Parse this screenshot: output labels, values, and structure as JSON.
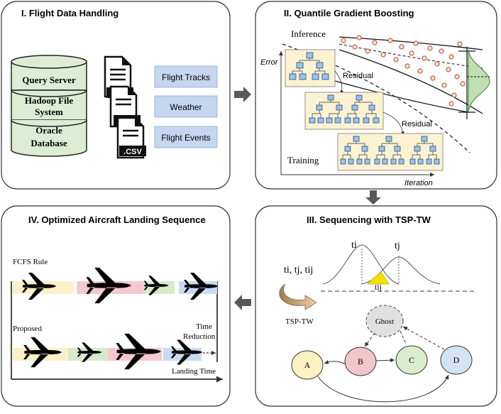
{
  "panels": {
    "p1": {
      "title": "I.   Flight Data Handling",
      "db_layers": [
        "Query Server",
        "Hadoop File",
        "System",
        "Oracle",
        "Database"
      ],
      "file_ext": ".CSV",
      "data_labels": [
        "Flight Tracks",
        "Weather",
        "Flight Events"
      ]
    },
    "p2": {
      "title": "II. Quantile Gradient Boosting",
      "inference": "Inference",
      "error": "Error",
      "training": "Training",
      "iteration": "Iteration",
      "residual": "Residual"
    },
    "p3": {
      "title": "III. Sequencing with TSP-TW",
      "ti": "ti",
      "tj": "tj",
      "tij_small": "tij",
      "times": "ti, tj, tij",
      "tsptw": "TSP-TW",
      "ghost": "Ghost",
      "nodes": [
        "A",
        "B",
        "C",
        "D"
      ]
    },
    "p4": {
      "title": "IV. Optimized Aircraft Landing Sequence",
      "fcfs": "FCFS Rule",
      "proposed": "Proposed",
      "time": "Time",
      "reduction": "Reduction",
      "landing_time": "Landing Time"
    }
  },
  "colors": {
    "db_fill": "#dcedd3",
    "label_fill": "#c5d7f0",
    "tree_fill": "#fdf3d2",
    "node_a": "#fdf2c2",
    "node_b": "#f3c6c9",
    "node_c": "#d9edcc",
    "node_d": "#d4e2f5",
    "ghost": "#e0e0e0",
    "yellow": "#f4e000",
    "arrow": "#555555"
  }
}
